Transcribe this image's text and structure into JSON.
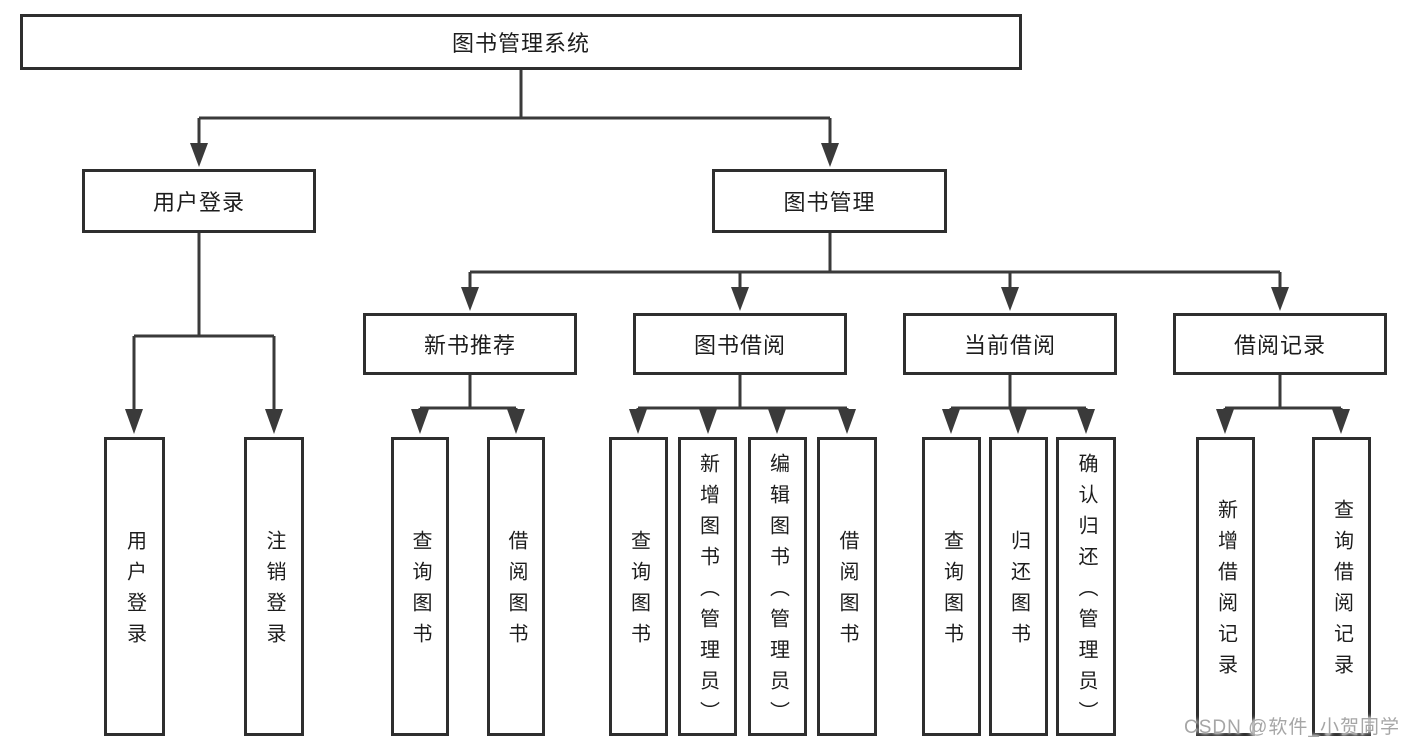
{
  "diagram": {
    "type": "hierarchy-tree",
    "root": {
      "label": "图书管理系统",
      "children": [
        {
          "label": "用户登录",
          "children": [
            {
              "label": "用户登录"
            },
            {
              "label": "注销登录"
            }
          ]
        },
        {
          "label": "图书管理",
          "children": [
            {
              "label": "新书推荐",
              "children": [
                {
                  "label": "查询图书"
                },
                {
                  "label": "借阅图书"
                }
              ]
            },
            {
              "label": "图书借阅",
              "children": [
                {
                  "label": "查询图书"
                },
                {
                  "label": "新增图书（管理员）"
                },
                {
                  "label": "编辑图书（管理员）"
                },
                {
                  "label": "借阅图书"
                }
              ]
            },
            {
              "label": "当前借阅",
              "children": [
                {
                  "label": "查询图书"
                },
                {
                  "label": "归还图书"
                },
                {
                  "label": "确认归还（管理员）"
                }
              ]
            },
            {
              "label": "借阅记录",
              "children": [
                {
                  "label": "新增借阅记录"
                },
                {
                  "label": "查询借阅记录"
                }
              ]
            }
          ]
        }
      ]
    }
  },
  "watermark": {
    "text": "CSDN @软件_小贺同学"
  },
  "colors": {
    "line": "#3a3a3a",
    "border": "#2e2e2e",
    "text": "#1d1d1d",
    "background": "#ffffff",
    "watermark": "#a6a6a6"
  }
}
